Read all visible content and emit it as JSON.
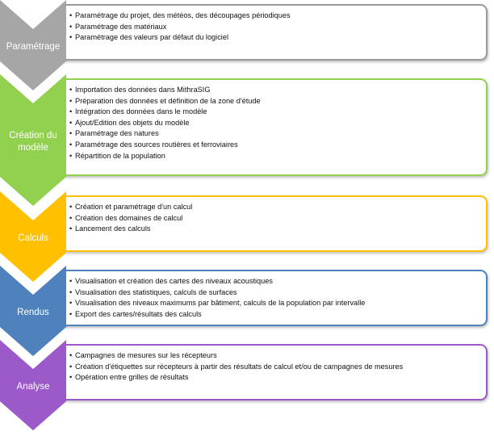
{
  "steps": [
    {
      "label": "Paramétrage",
      "color": "#a6a6a6",
      "border": "#9a9a9a",
      "items": [
        "Paramétrage du projet,  des météos, des découpages périodiques",
        "Paramétrage des matériaux",
        "Paramétrage des valeurs par défaut du logiciel"
      ]
    },
    {
      "label": "Création du modèle",
      "color": "#92d050",
      "border": "#92d050",
      "items": [
        "Importation des données dans MithraSIG",
        "Préparation des données et définition de la zone d'étude",
        "Intégration des données dans le modèle",
        "Ajout/Edition des objets du modèle",
        "Paramétrage des natures",
        "Paramétrage des sources routières et ferroviaires",
        "Répartition de la population"
      ]
    },
    {
      "label": "Calculs",
      "color": "#ffc000",
      "border": "#ffc000",
      "items": [
        " Création et paramétrage d'un calcul",
        " Création des domaines de calcul",
        " Lancement des calculs"
      ]
    },
    {
      "label": "Rendus",
      "color": "#4f81bd",
      "border": "#4f81bd",
      "items": [
        "Visualisation et création des cartes des niveaux acoustiques",
        "Visualisation des statistiques, calculs de surfaces",
        "Visualisation des niveaux maximums par bâtiment, calculs de la population par intervalle",
        "Export des cartes/résultats des calculs"
      ]
    },
    {
      "label": "Analyse",
      "color": "#9b59c9",
      "border": "#9b59c9",
      "items": [
        "Campagnes de mesures sur les récepteurs",
        "Création d'étiquettes sur récepteurs à partir des résultats de calcul et/ou de campagnes de mesures",
        "Opération entre grilles de résultats"
      ]
    }
  ]
}
